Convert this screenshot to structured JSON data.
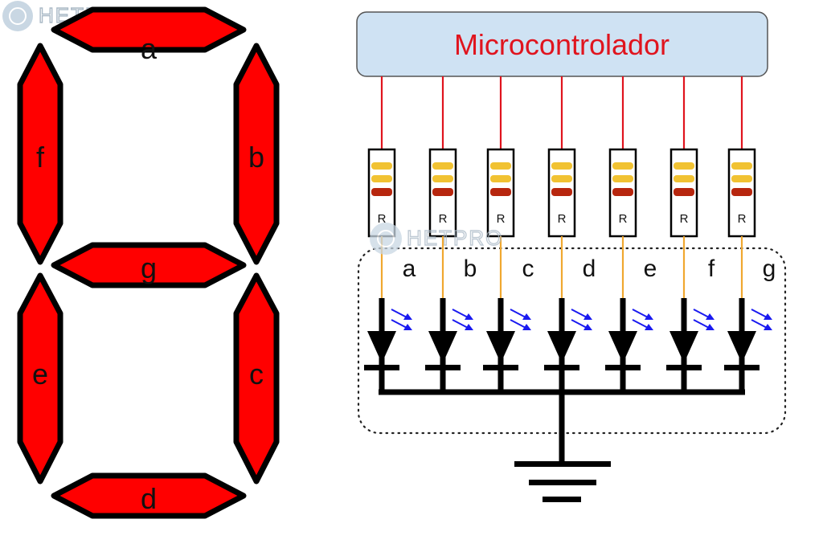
{
  "watermark": {
    "text": "HETPRO",
    "icon": "gear-logo-icon"
  },
  "seven_segment": {
    "segments": [
      {
        "id": "a",
        "label": "a"
      },
      {
        "id": "b",
        "label": "b"
      },
      {
        "id": "c",
        "label": "c"
      },
      {
        "id": "d",
        "label": "d"
      },
      {
        "id": "e",
        "label": "e"
      },
      {
        "id": "f",
        "label": "f"
      },
      {
        "id": "g",
        "label": "g"
      }
    ],
    "fill_color": "#ff0000",
    "stroke_color": "#000000"
  },
  "circuit": {
    "microcontroller": {
      "label": "Microcontrolador",
      "fill_color": "#cfe2f3",
      "text_color": "#e0141e"
    },
    "resistor_label": "R",
    "resistor_band_colors": [
      "#f1c232",
      "#f1c232",
      "#b7260e"
    ],
    "pins": [
      "a",
      "b",
      "c",
      "d",
      "e",
      "f",
      "g"
    ],
    "wire_color_top": "#e0141e",
    "wire_color_bottom": "#f0a830",
    "light_arrow_color": "#1a1af0",
    "ground": "ground-icon"
  }
}
